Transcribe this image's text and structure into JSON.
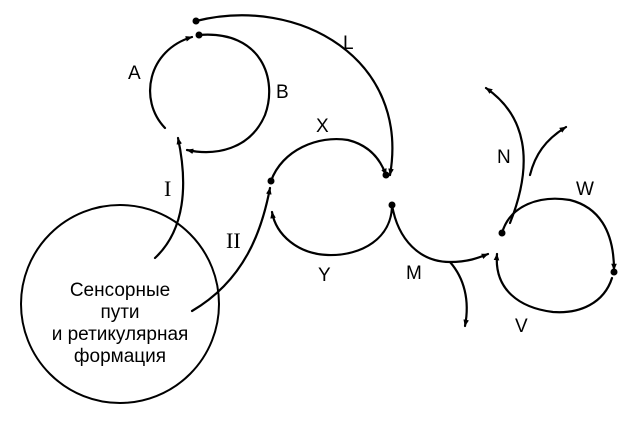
{
  "center_label_lines": [
    "Сенсорные",
    "пути",
    "и ретикулярная",
    "формация"
  ],
  "labels": {
    "a": "A",
    "b": "B",
    "l": "L",
    "x": "X",
    "y": "Y",
    "m": "M",
    "n": "N",
    "w": "W",
    "v": "V",
    "i": "I",
    "ii": "II"
  }
}
